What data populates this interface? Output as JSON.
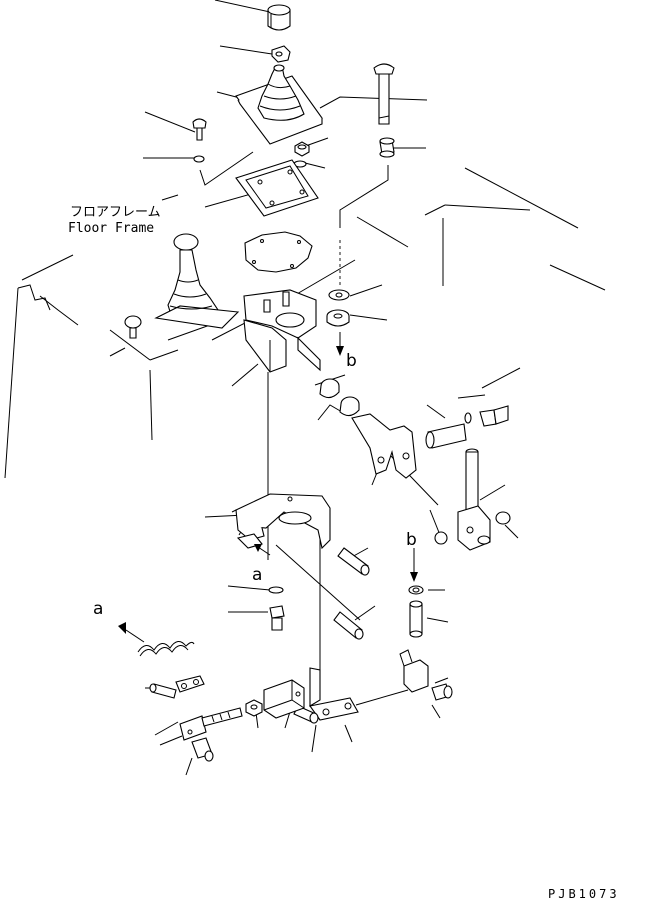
{
  "floor_frame": {
    "label_jp": "フロアフレーム",
    "label_en": "Floor Frame"
  },
  "refs": {
    "b_top": "b",
    "b_side": "b",
    "a_mid": "a",
    "a_left": "a"
  },
  "drawing_code": "PJB1073"
}
